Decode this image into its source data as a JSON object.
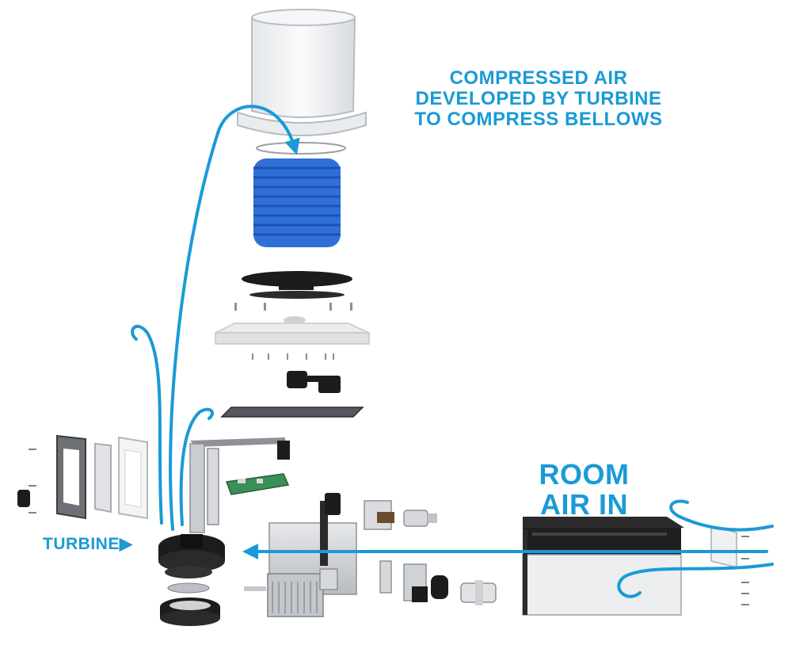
{
  "labels": {
    "compressed_line1": "COMPRESSED AIR",
    "compressed_line2": "DEVELOPED BY TURBINE",
    "compressed_line3": "TO COMPRESS BELLOWS",
    "room_line1": "ROOM",
    "room_line2": "AIR IN",
    "turbine": "TURBINE"
  },
  "colors": {
    "accent_blue": "#1a9ad6",
    "bellows_blue": "#2f6fd8",
    "dark_part": "#1c1c1c",
    "metal": "#c9ccd0"
  },
  "icons": {
    "turbine_pointer": "triangle-right-icon"
  }
}
